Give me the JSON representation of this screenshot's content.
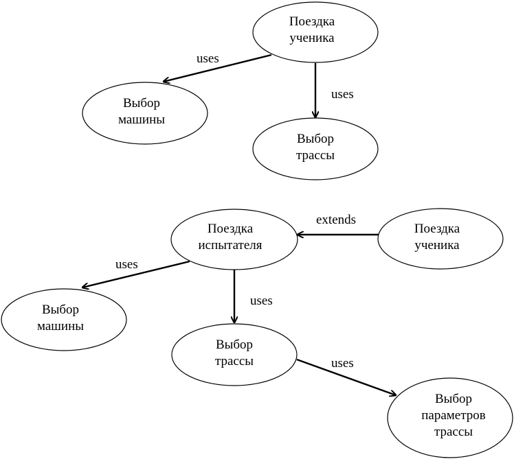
{
  "diagram": {
    "top": {
      "student_trip": [
        "Поездка",
        "ученика"
      ],
      "choose_car": [
        "Выбор",
        "машины"
      ],
      "choose_route": [
        "Выбор",
        "трассы"
      ],
      "label_uses_car": "uses",
      "label_uses_route": "uses"
    },
    "bottom": {
      "tester_trip": [
        "Поездка",
        "испытателя"
      ],
      "student_trip": [
        "Поездка",
        "ученика"
      ],
      "choose_car": [
        "Выбор",
        "машины"
      ],
      "choose_route": [
        "Выбор",
        "трассы"
      ],
      "choose_route_params": [
        "Выбор",
        "параметров",
        "трассы"
      ],
      "label_extends": "extends",
      "label_uses_car": "uses",
      "label_uses_route": "uses",
      "label_uses_params": "uses"
    }
  }
}
